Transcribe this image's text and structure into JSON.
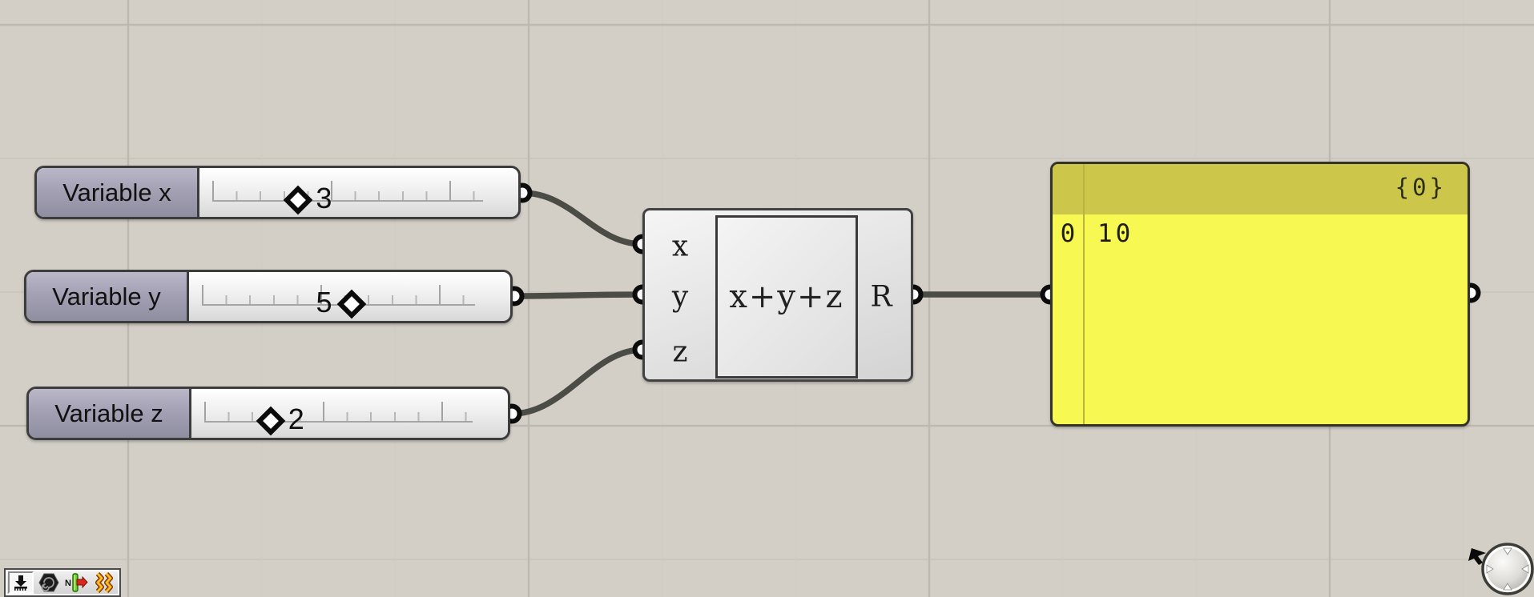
{
  "canvas": {
    "background_color": "#d3cfc7",
    "wire_color": "#4c4c47"
  },
  "sliders": [
    {
      "label": "Variable x",
      "value": "3",
      "grip_left": "31%"
    },
    {
      "label": "Variable y",
      "value": "5",
      "grip_left": "50.5%"
    },
    {
      "label": "Variable z",
      "value": "2",
      "grip_left": "25%"
    }
  ],
  "expression": {
    "inputs": [
      "x",
      "y",
      "z"
    ],
    "body": "x+y+z",
    "output": "R"
  },
  "panel": {
    "path_badge": "{0}",
    "rows": [
      {
        "index": "0",
        "value": "10"
      }
    ],
    "header_color": "#ccc64a",
    "body_color": "#f8f853"
  },
  "toolbar": {
    "icons": [
      "canvas-download-icon",
      "hexagon-spiral-icon",
      "n-direction-icon",
      "wire-display-icon"
    ]
  }
}
